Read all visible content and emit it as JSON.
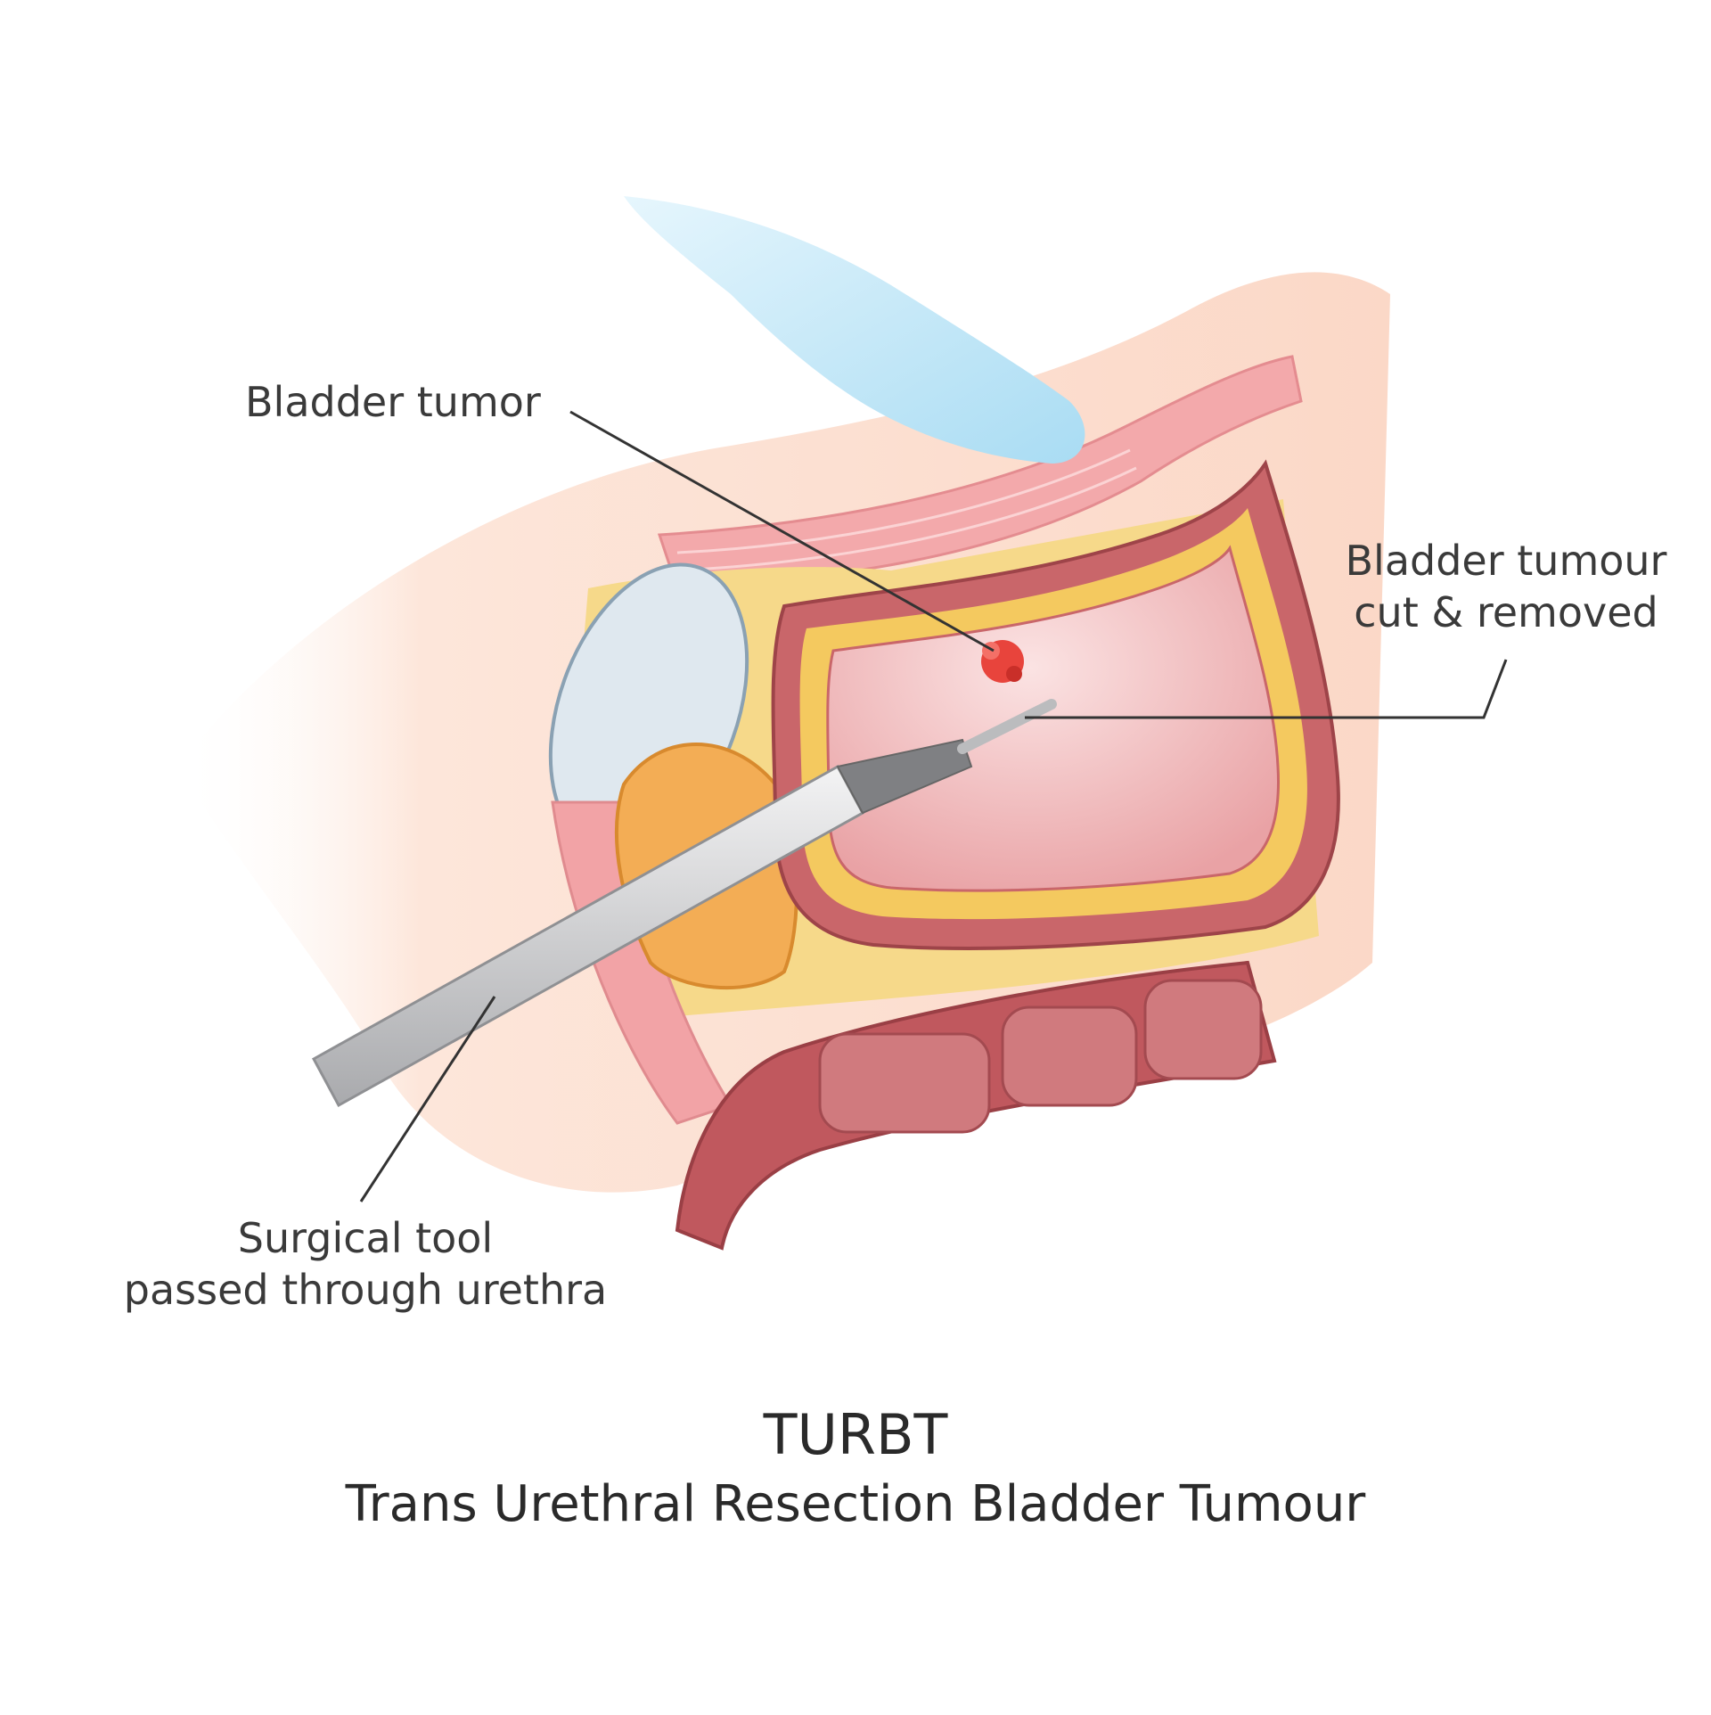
{
  "labels": {
    "bladder_tumor": "Bladder tumor",
    "tumour_removed_line1": "Bladder tumour",
    "tumour_removed_line2": "cut & removed",
    "tool_line1": "Surgical tool",
    "tool_line2": "passed through urethra"
  },
  "caption": {
    "title": "TURBT",
    "subtitle": "Trans Urethral Resection Bladder Tumour"
  },
  "colors": {
    "skin": "#fde3d5",
    "skin_dark": "#f9c9b3",
    "muscle": "#f2a3a6",
    "bladder_wall": "#c9666a",
    "bladder_inner": "#f6c6c6",
    "fat": "#f6d27a",
    "prostate": "#f3a94e",
    "pubic_bone": "#dfe7ee",
    "glove": "#bfe6f7",
    "tool": "#cfd0d2",
    "tumor": "#e8443c"
  }
}
